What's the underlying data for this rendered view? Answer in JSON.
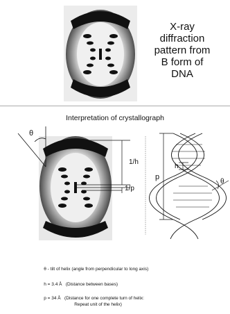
{
  "caption": [
    "X-ray",
    "diffraction",
    "pattern from",
    "B form of",
    "DNA"
  ],
  "subtitle": "Interpretation of crystallograph",
  "labels": {
    "theta_left": "θ",
    "one_over_h": "1/h",
    "one_over_p": "1/p",
    "h": "h",
    "p": "p",
    "theta_right": "θ"
  },
  "legend": [
    {
      "symbol": "θ",
      "text": " - tilt of helix (angle from perpendicular to long axis)"
    },
    {
      "symbol": "h",
      "text": " = 3.4 Å   (Distance between bases)"
    },
    {
      "symbol": "p",
      "text": " = 34 Å   (Distance for one complete turn of helix:"
    },
    {
      "symbol": "",
      "text": "Repeat unit of the helix)"
    }
  ]
}
